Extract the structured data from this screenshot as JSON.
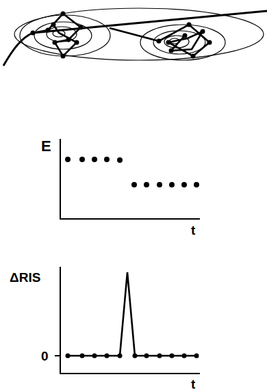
{
  "diagram": {
    "labels": [
      "E",
      "t",
      "ΔRIS",
      "0",
      "t"
    ]
  }
}
